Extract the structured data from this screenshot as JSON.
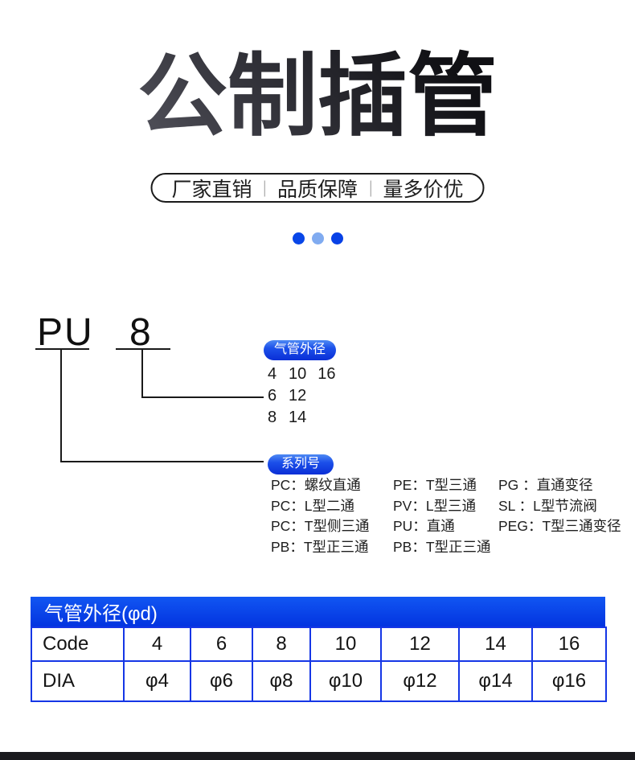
{
  "page": {
    "title": "公制插管",
    "tagline": {
      "items": [
        "厂家直销",
        "品质保障",
        "量多价优"
      ],
      "separator": "|"
    },
    "dot_colors": [
      "#0846e8",
      "#80abf0",
      "#0841e6"
    ]
  },
  "diagram": {
    "code_prefix": "PU",
    "code_size": "8",
    "outer_diameter": {
      "badge": "气管外径",
      "rows": [
        [
          "4",
          "10",
          "16"
        ],
        [
          "6",
          "12"
        ],
        [
          "8",
          "14"
        ]
      ]
    },
    "series": {
      "badge": "系列号",
      "rows": [
        [
          "PC：螺纹直通",
          "PE：T型三通",
          "PG ：直通变径"
        ],
        [
          "PC：L型二通",
          "PV：L型三通",
          "SL ：L型节流阀"
        ],
        [
          "PC：T型侧三通",
          "PU：直通",
          "PEG：T型三通变径"
        ],
        [
          "PB：T型正三通",
          "PB：T型正三通",
          ""
        ]
      ]
    }
  },
  "table": {
    "title": "气管外径(φd)",
    "header_bg": "#0a3ce4",
    "border_color": "#1536e6",
    "rows": [
      {
        "label": "Code",
        "values": [
          "4",
          "6",
          "8",
          "10",
          "12",
          "14",
          "16"
        ]
      },
      {
        "label": "DIA",
        "values": [
          "φ4",
          "φ6",
          "φ8",
          "φ10",
          "φ12",
          "φ14",
          "φ16"
        ]
      }
    ]
  }
}
